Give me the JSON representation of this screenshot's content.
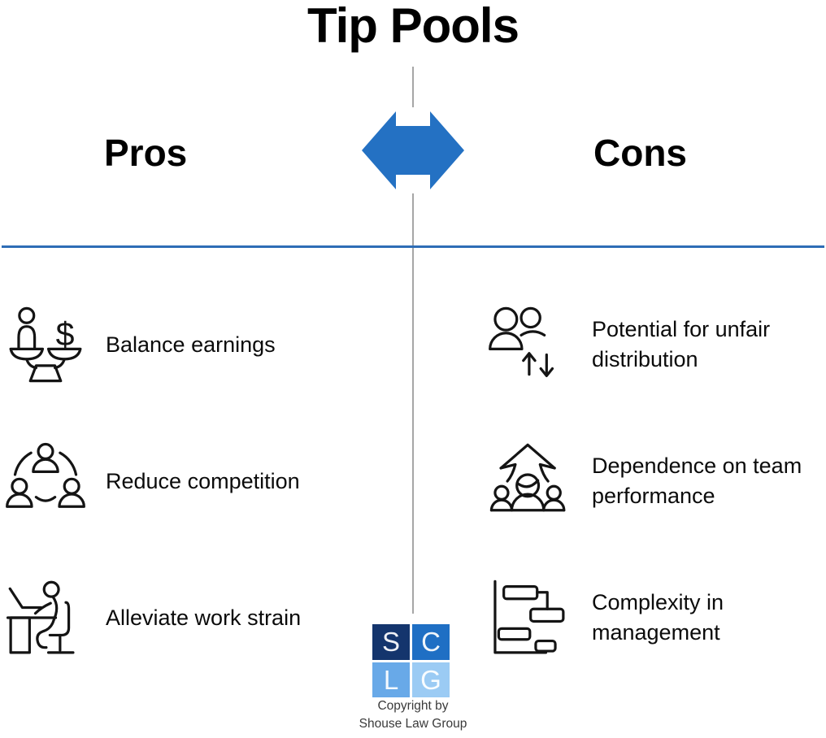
{
  "title": "Tip Pools",
  "pros": {
    "heading": "Pros",
    "items": [
      {
        "icon": "balance-scale-icon",
        "label": "Balance earnings"
      },
      {
        "icon": "team-circle-icon",
        "label": "Reduce competition"
      },
      {
        "icon": "person-at-desk-icon",
        "label": "Alleviate work strain"
      }
    ]
  },
  "cons": {
    "heading": "Cons",
    "items": [
      {
        "icon": "people-up-down-arrows-icon",
        "label": "Potential for unfair distribution"
      },
      {
        "icon": "team-up-arrow-icon",
        "label": "Dependence on team performance"
      },
      {
        "icon": "gantt-chart-icon",
        "label": "Complexity in management"
      }
    ]
  },
  "footer": {
    "logo_letters": [
      "S",
      "C",
      "L",
      "G"
    ],
    "copyright_line1": "Copyright by",
    "copyright_line2": "Shouse Law Group"
  },
  "colors": {
    "accent_blue": "#2471c3",
    "divider_blue": "#2e6db6",
    "divider_gray": "#a6a6a6",
    "icon_stroke": "#141414",
    "logo_s_bg": "#14356d",
    "logo_c_bg": "#1f6fc4",
    "logo_l_bg": "#68a9e8",
    "logo_g_bg": "#9bcbf4",
    "copyright_text": "#3a3a3a"
  }
}
